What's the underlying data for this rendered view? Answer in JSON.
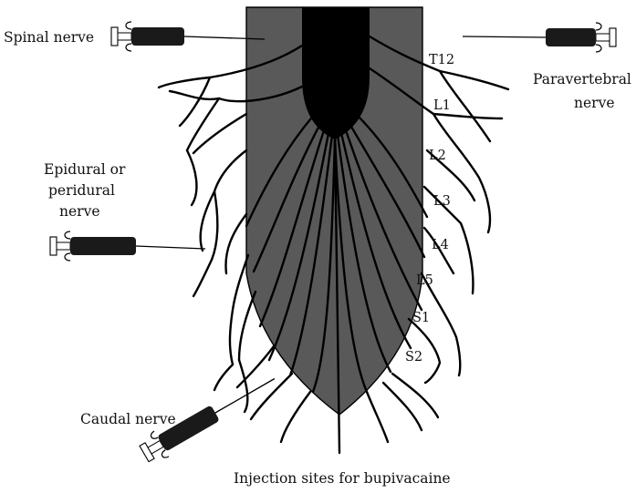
{
  "caption": "Injection sites for bupivacaine",
  "labels": {
    "spinal": "Spinal nerve",
    "paravertebral": [
      "Paravertebral",
      "nerve"
    ],
    "epidural": [
      "Epidural or",
      "peridural",
      "nerve"
    ],
    "caudal": "Caudal nerve"
  },
  "segments": [
    "T12",
    "L1",
    "L2",
    "L3",
    "L4",
    "L5",
    "S1",
    "S2"
  ],
  "colors": {
    "canal": "#595959",
    "cord": "#000000",
    "outline": "#000000",
    "syringe": "#1a1a1a",
    "background": "#ffffff"
  },
  "icons": [
    "syringe-icon"
  ]
}
